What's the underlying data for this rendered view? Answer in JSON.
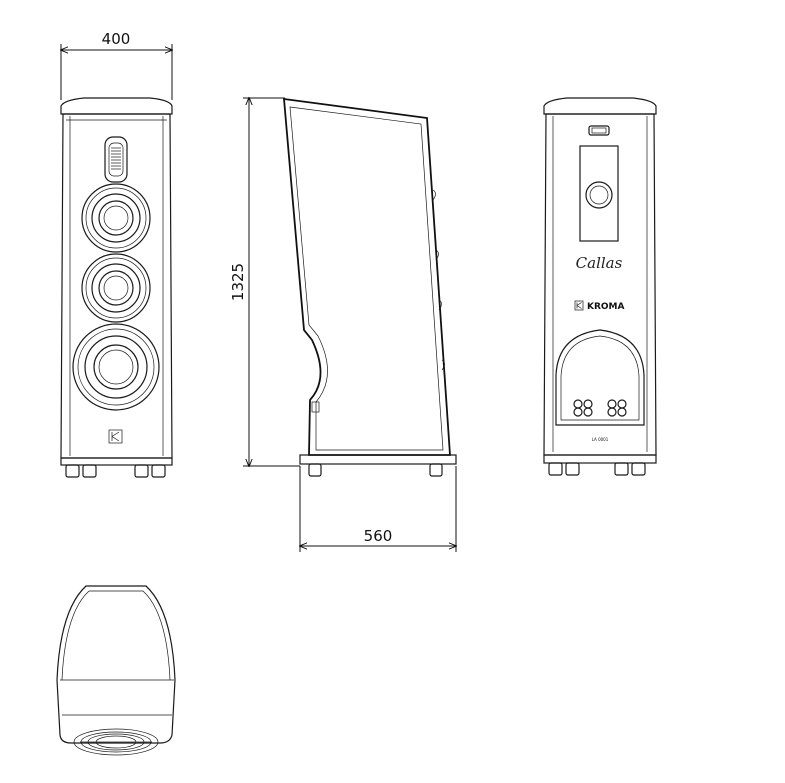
{
  "dimensions": {
    "width": "400",
    "height": "1325",
    "depth": "560"
  },
  "back_panel": {
    "signature": "Callas",
    "brand": "KROMA",
    "model_tag": "LA 0001"
  }
}
